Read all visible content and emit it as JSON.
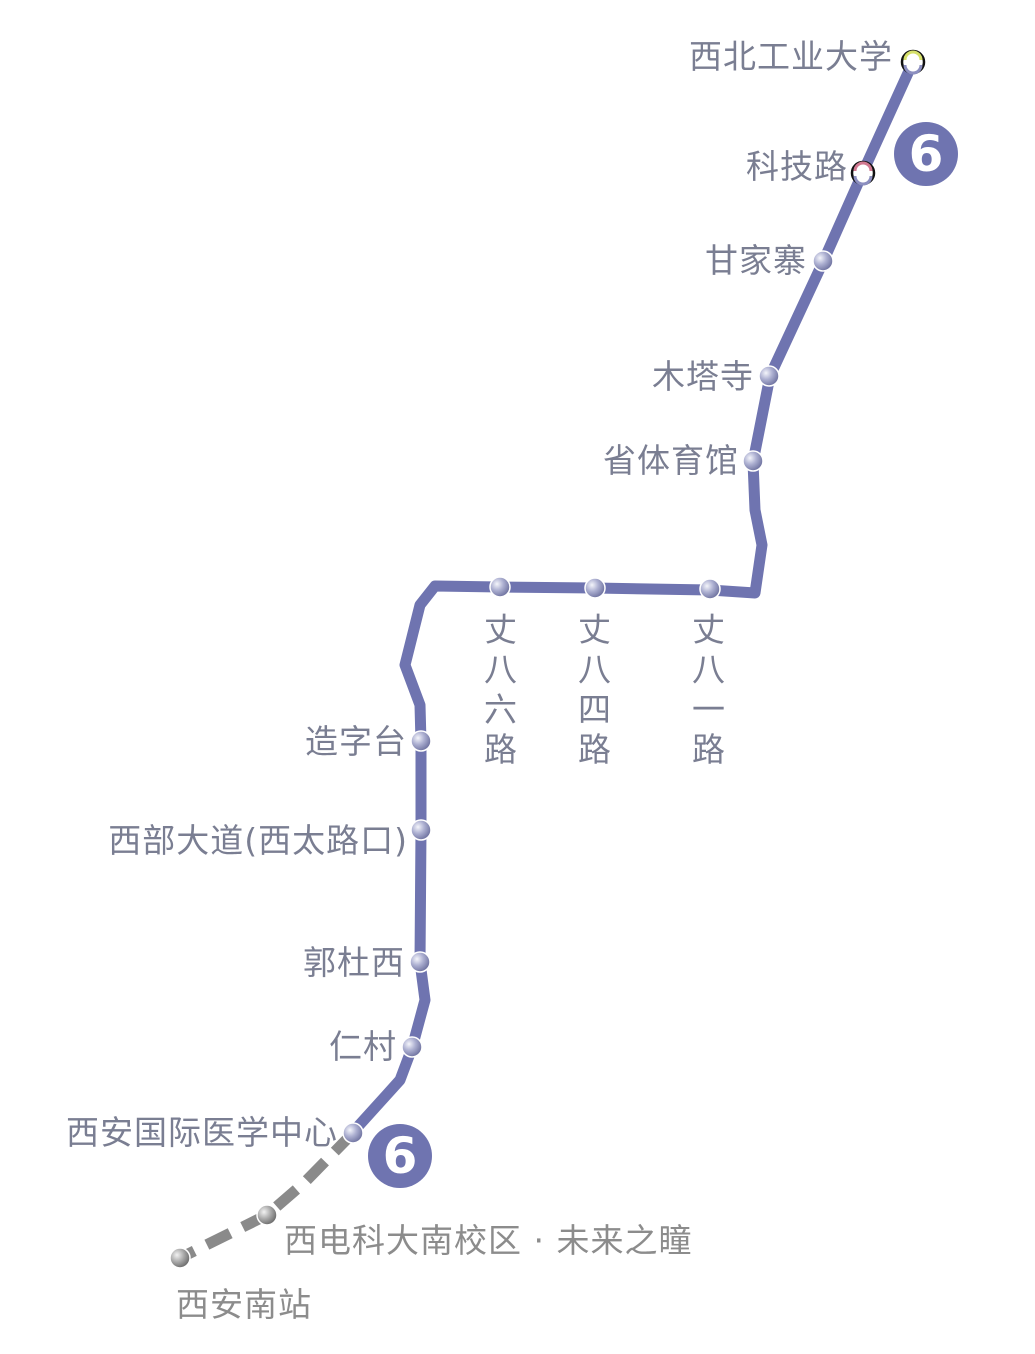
{
  "map": {
    "line_name": "6",
    "colors": {
      "line": "#6f74b0",
      "extension": "#8a8a8a",
      "label": "#7a7e92",
      "extension_label": "#8c8c8c",
      "badge_text": "#ffffff"
    },
    "badges": [
      {
        "id": "north",
        "label": "6"
      },
      {
        "id": "south",
        "label": "6"
      }
    ],
    "stations": [
      {
        "id": "s1",
        "name": "西北工业大学",
        "type": "interchange"
      },
      {
        "id": "s2",
        "name": "科技路",
        "type": "interchange"
      },
      {
        "id": "s3",
        "name": "甘家寨",
        "type": "station"
      },
      {
        "id": "s4",
        "name": "木塔寺",
        "type": "station"
      },
      {
        "id": "s5",
        "name": "省体育馆",
        "type": "station"
      },
      {
        "id": "s6",
        "name": "丈八一路",
        "type": "station"
      },
      {
        "id": "s7",
        "name": "丈八四路",
        "type": "station"
      },
      {
        "id": "s8",
        "name": "丈八六路",
        "type": "station"
      },
      {
        "id": "s9",
        "name": "造字台",
        "type": "station"
      },
      {
        "id": "s10",
        "name": "西部大道(西太路口)",
        "type": "station"
      },
      {
        "id": "s11",
        "name": "郭杜西",
        "type": "station"
      },
      {
        "id": "s12",
        "name": "仁村",
        "type": "station"
      },
      {
        "id": "s13",
        "name": "西安国际医学中心",
        "type": "station"
      }
    ],
    "extension_stations": [
      {
        "id": "e1",
        "name": "西电科大南校区 · 未来之瞳",
        "type": "planned"
      },
      {
        "id": "e2",
        "name": "西安南站",
        "type": "planned"
      }
    ]
  }
}
